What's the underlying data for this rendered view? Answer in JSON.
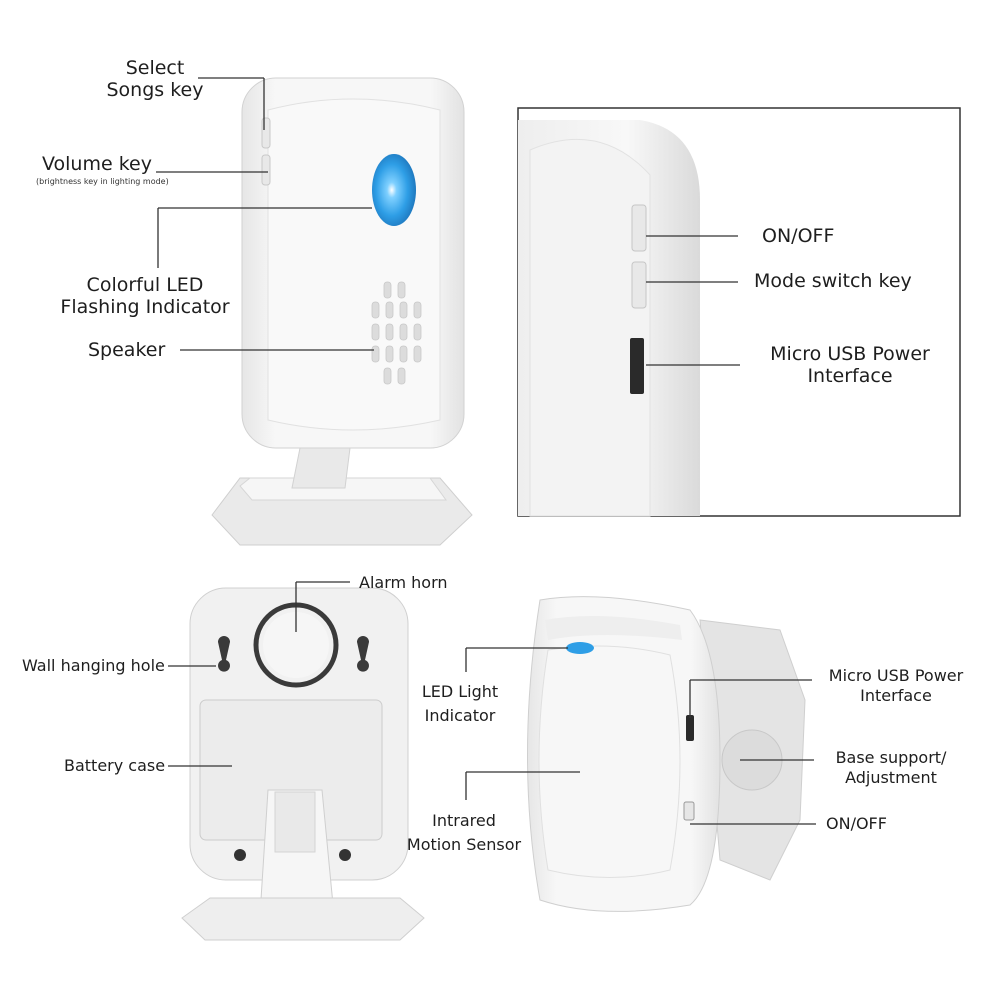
{
  "receiver_front": {
    "select_songs_key": "Select\nSongs key",
    "volume_key": "Volume key",
    "volume_key_note": "(brightness key in lighting mode)",
    "led_indicator": "Colorful LED\nFlashing Indicator",
    "speaker": "Speaker"
  },
  "receiver_side_zoom": {
    "on_off": "ON/OFF",
    "mode_switch_key": "Mode switch key",
    "micro_usb": "Micro USB Power\nInterface"
  },
  "receiver_back": {
    "alarm_horn": "Alarm horn",
    "wall_hanging_hole": "Wall hanging hole",
    "battery_case": "Battery case"
  },
  "sensor": {
    "led_light_indicator": "LED Light\nIndicator",
    "infrared_motion_sensor": "Intrared\nMotion Sensor",
    "micro_usb": "Micro USB Power\nInterface",
    "base_support": "Base support/\nAdjustment",
    "on_off": "ON/OFF"
  },
  "colors": {
    "device_body": "#f4f4f4",
    "device_shadow": "#dcdcdc",
    "led_blue": "#2e9ee6",
    "outline": "#333333"
  }
}
